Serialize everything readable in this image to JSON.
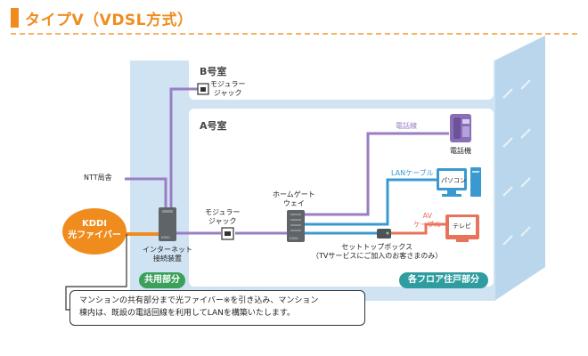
{
  "title": "タイプV（VDSL方式）",
  "rooms": {
    "b": "B号室",
    "a": "A号室"
  },
  "labels": {
    "ntt": "NTT局舎",
    "kddi": [
      "KDDI",
      "光ファイバー"
    ],
    "modular_b": [
      "モジュラー",
      "ジャック"
    ],
    "modular_a": [
      "モジュラー",
      "ジャック"
    ],
    "internet": [
      "インターネット",
      "接続装置"
    ],
    "homegateway": [
      "ホームゲート",
      "ウェイ"
    ],
    "phone": "電話機",
    "pc": "パソコン",
    "tv": "テレビ",
    "stb": [
      "セットトップボックス",
      "（TVサービスにご加入のお客さまのみ）"
    ],
    "phone_cable": "電話線",
    "lan_cable": "LANケーブル",
    "av_cable": [
      "AV",
      "ケーブル"
    ],
    "shared": "共用部分",
    "private": "各フロア住戸部分",
    "device_mark": "KDDI"
  },
  "note": [
    "マンションの共有部分まで光ファイバー※を引き込み、マンション",
    "棟内は、既設の電話回線を利用してLANを構築いたします。"
  ],
  "colors": {
    "accent": "#f08c1e",
    "building": "#cfe3f3",
    "phone_line": "#9a7ec4",
    "lan_line": "#3a9ad0",
    "av_line": "#e8735a",
    "green": "#3aa05a",
    "teal": "#2f9da0"
  }
}
